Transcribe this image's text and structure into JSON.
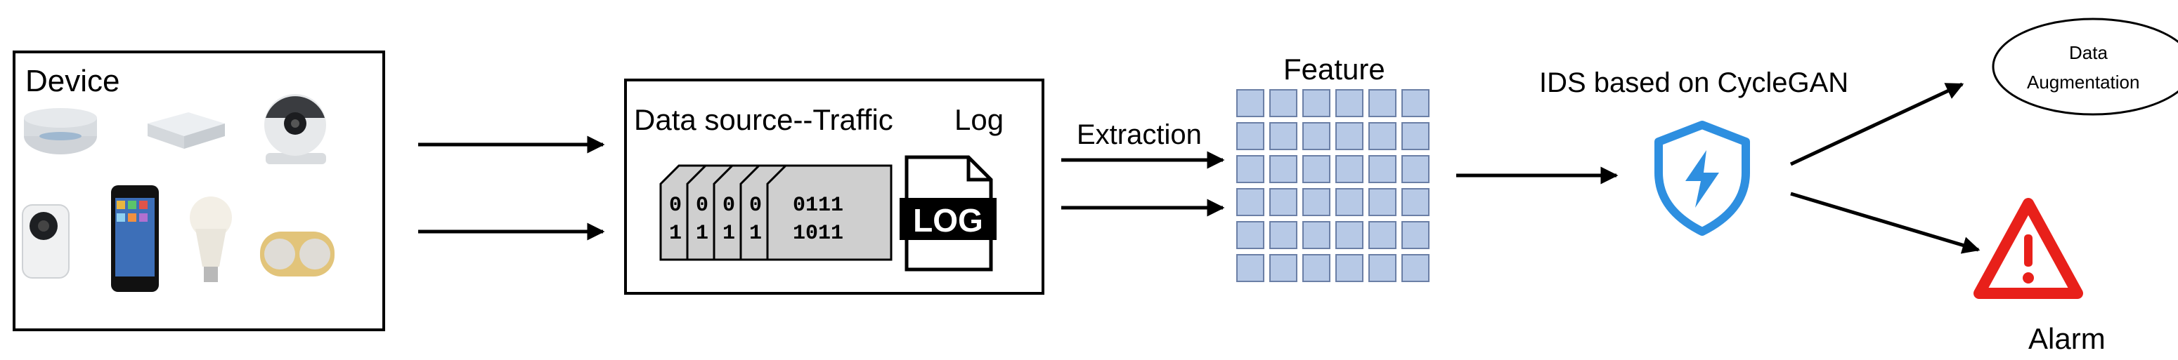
{
  "diagram": {
    "device_panel": {
      "title": "Device"
    },
    "data_source_panel": {
      "title": "Data source--Traffic",
      "log_label": "Log"
    },
    "extraction_label": "Extraction",
    "feature_label": "Feature",
    "ids_label": "IDS based on CycleGAN",
    "augmentation_label_line1": "Data",
    "augmentation_label_line2": "Augmentation",
    "alarm_label": "Alarm",
    "binary_line1": "0111",
    "binary_line2": "1011",
    "log_icon_text": "LOG",
    "icons": [
      "smart-speaker-icon",
      "smart-plug-icon",
      "security-camera-icon",
      "webcam-icon",
      "smartphone-icon",
      "smart-bulb-icon",
      "sensor-pads-icon",
      "binary-data-file-icon",
      "log-file-icon",
      "shield-lightning-icon",
      "warning-triangle-icon"
    ],
    "colors": {
      "feature_cell": "#b7c9e6",
      "feature_cell_border": "#6b7fa6",
      "shield": "#2e8fe0",
      "alarm": "#e8201a"
    }
  }
}
